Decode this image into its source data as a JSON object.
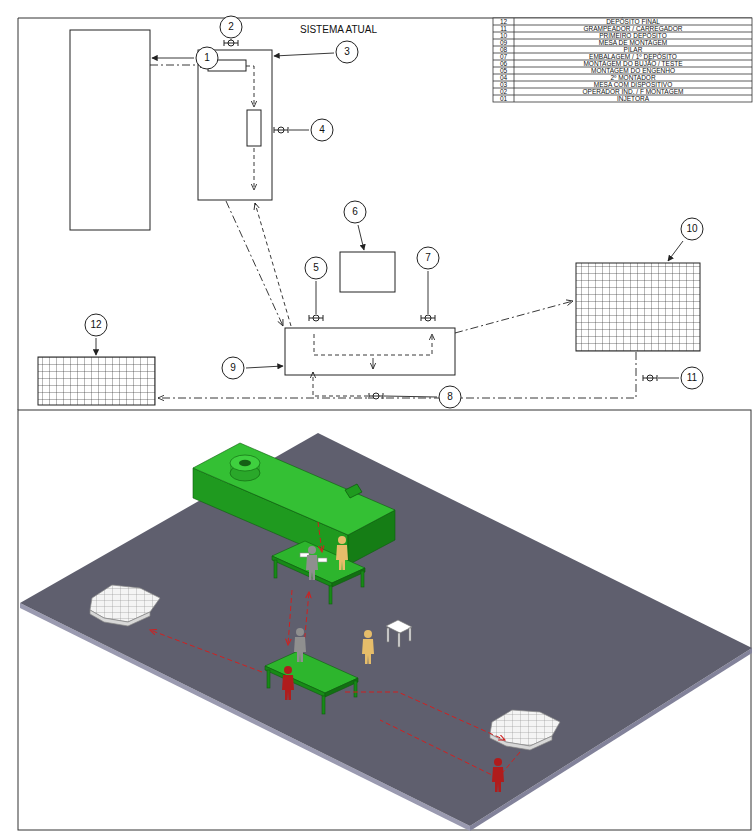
{
  "diagram": {
    "title": "SISTEMA ATUAL",
    "nodes": [
      {
        "text": [
          "1"
        ]
      },
      {
        "text": [
          "2"
        ]
      },
      {
        "text": [
          "3"
        ]
      },
      {
        "text": [
          "4"
        ]
      },
      {
        "text": [
          "5"
        ]
      },
      {
        "text": [
          "6"
        ]
      },
      {
        "text": [
          "7"
        ]
      },
      {
        "text": [
          "8"
        ]
      },
      {
        "text": [
          "9"
        ]
      },
      {
        "text": [
          "10"
        ]
      },
      {
        "text": [
          "11"
        ]
      },
      {
        "text": [
          "12"
        ]
      }
    ],
    "labels": [
      "12",
      "DEPÓSITO FINAL",
      "11",
      "GRAMPEADOR / CARREGADOR",
      "10",
      "PRIMEIRO DEPÓSITO",
      "09",
      "MESA DE MONTAGEM",
      "08",
      "PILAR",
      "07",
      "EMBALAGEM / 1º DEPÓSITO",
      "06",
      "MONTAGEM DO BUJÃO / TESTE",
      "05",
      "MONTAGEM DO ENGENHO",
      "04",
      "2º MONTADOR",
      "03",
      "MESA COM DISPOSITIVO",
      "02",
      "OPERADOR IND. / F MONTAGEM",
      "01",
      "INJETORA"
    ]
  }
}
